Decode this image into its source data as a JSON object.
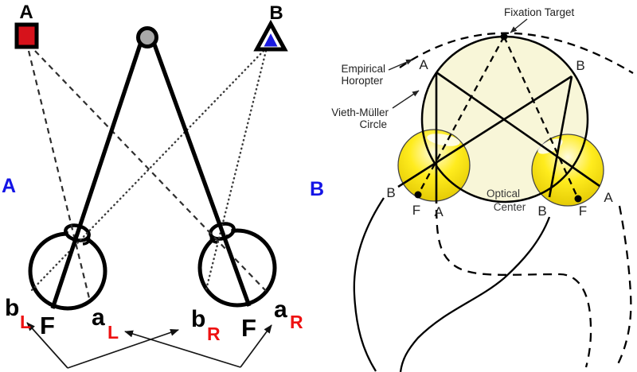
{
  "colors": {
    "target_red": "#d6121b",
    "target_blue": "#1a1ae0",
    "subscript_red": "#ee1111",
    "panel_label_blue": "#1414e6",
    "gray_target": "#a8a8a8",
    "ink": "#000000",
    "dash_gray": "#2e2e2e",
    "dot_gray": "#3a3a3a",
    "vm_fill": "#f8f6d8",
    "eye_yellow_center": "#fffbe2",
    "eye_yellow_mid": "#ffec1e",
    "eye_yellow_edge": "#dfc400",
    "eye_outline": "#454545",
    "label_dark": "#222222",
    "label_gray": "#3a3a3a"
  },
  "panel_a": {
    "panel_letter": "A",
    "object_a_label": "A",
    "object_b_label": "B",
    "left_eye": {
      "b": "b",
      "b_sub": "L",
      "f": "F",
      "a": "a",
      "a_sub": "L"
    },
    "right_eye": {
      "b": "b",
      "b_sub": "R",
      "f": "F",
      "a": "a",
      "a_sub": "R"
    }
  },
  "panel_b": {
    "panel_letter": "B",
    "fixation_target_label": "Fixation Target",
    "empirical_horopter_line1": "Empirical",
    "empirical_horopter_line2": "Horopter",
    "vieth_muller_line1": "Vieth-Müller",
    "vieth_muller_line2": "Circle",
    "optical_center_line1": "Optical",
    "optical_center_line2": "Center",
    "point_a": "A",
    "point_b": "B",
    "left_eye": {
      "b": "B",
      "f": "F",
      "a": "A"
    },
    "right_eye": {
      "b": "B",
      "f": "F",
      "a": "A"
    }
  }
}
